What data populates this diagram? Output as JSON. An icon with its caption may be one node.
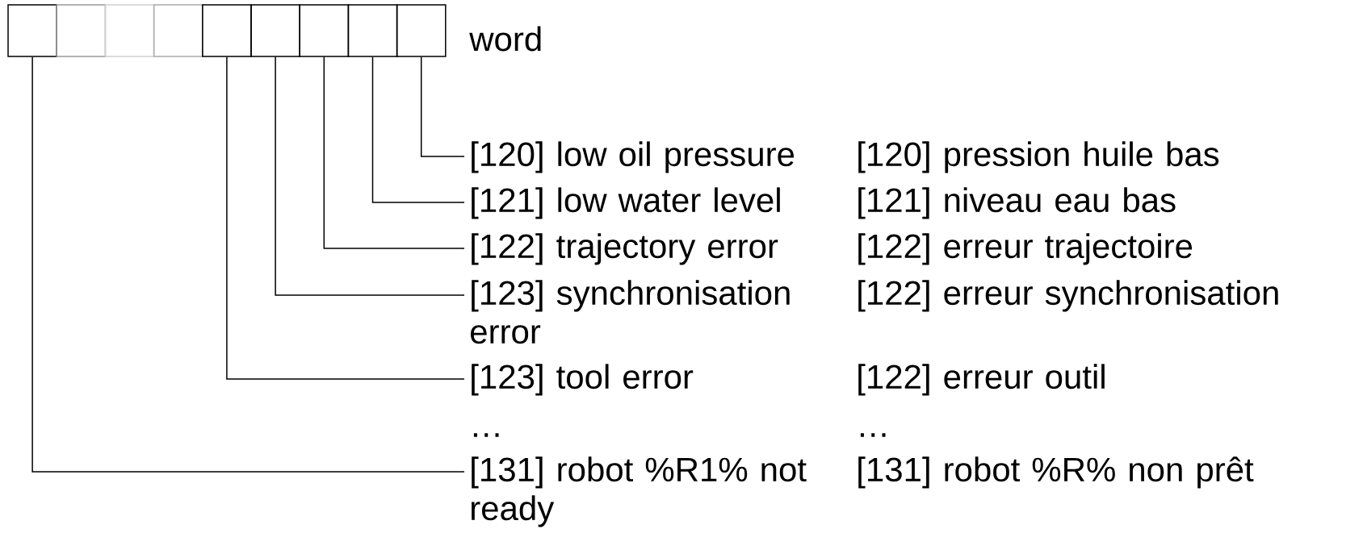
{
  "diagram": {
    "nodes": [
      {
        "text": [],
        "shape": "box"
      },
      {
        "text": [],
        "shape": "box"
      },
      {
        "text": [],
        "shape": "box"
      },
      {
        "text": [],
        "shape": "box"
      },
      {
        "text": [],
        "shape": "box"
      },
      {
        "text": [],
        "shape": "box"
      },
      {
        "text": [],
        "shape": "box"
      },
      {
        "text": [],
        "shape": "box"
      },
      {
        "text": [],
        "shape": "box"
      },
      {
        "text": [
          "[120] low oil pressure"
        ]
      },
      {
        "text": [
          "[121] low water level"
        ]
      },
      {
        "text": [
          "[122] trajectory error"
        ]
      },
      {
        "text": [
          "[123] synchronisation error"
        ]
      },
      {
        "text": [
          "[123] tool error"
        ]
      },
      {
        "text": [
          "[131] robot %R1% not ready"
        ]
      }
    ],
    "edges": [
      {
        "from": 9,
        "to": 8,
        "arrow": "none"
      },
      {
        "from": 10,
        "to": 7,
        "arrow": "none"
      },
      {
        "from": 11,
        "to": 6,
        "arrow": "none"
      },
      {
        "from": 12,
        "to": 5,
        "arrow": "none"
      },
      {
        "from": 13,
        "to": 4,
        "arrow": "none"
      },
      {
        "from": 14,
        "to": 0,
        "arrow": "none"
      }
    ],
    "labels": [
      "word",
      "[120] pression huile bas",
      "[121] niveau eau bas",
      "[122] erreur trajectoire",
      "[122] erreur synchronisation",
      "[122] erreur outil",
      "…",
      "…",
      "[131] robot %R% non prêt"
    ]
  }
}
